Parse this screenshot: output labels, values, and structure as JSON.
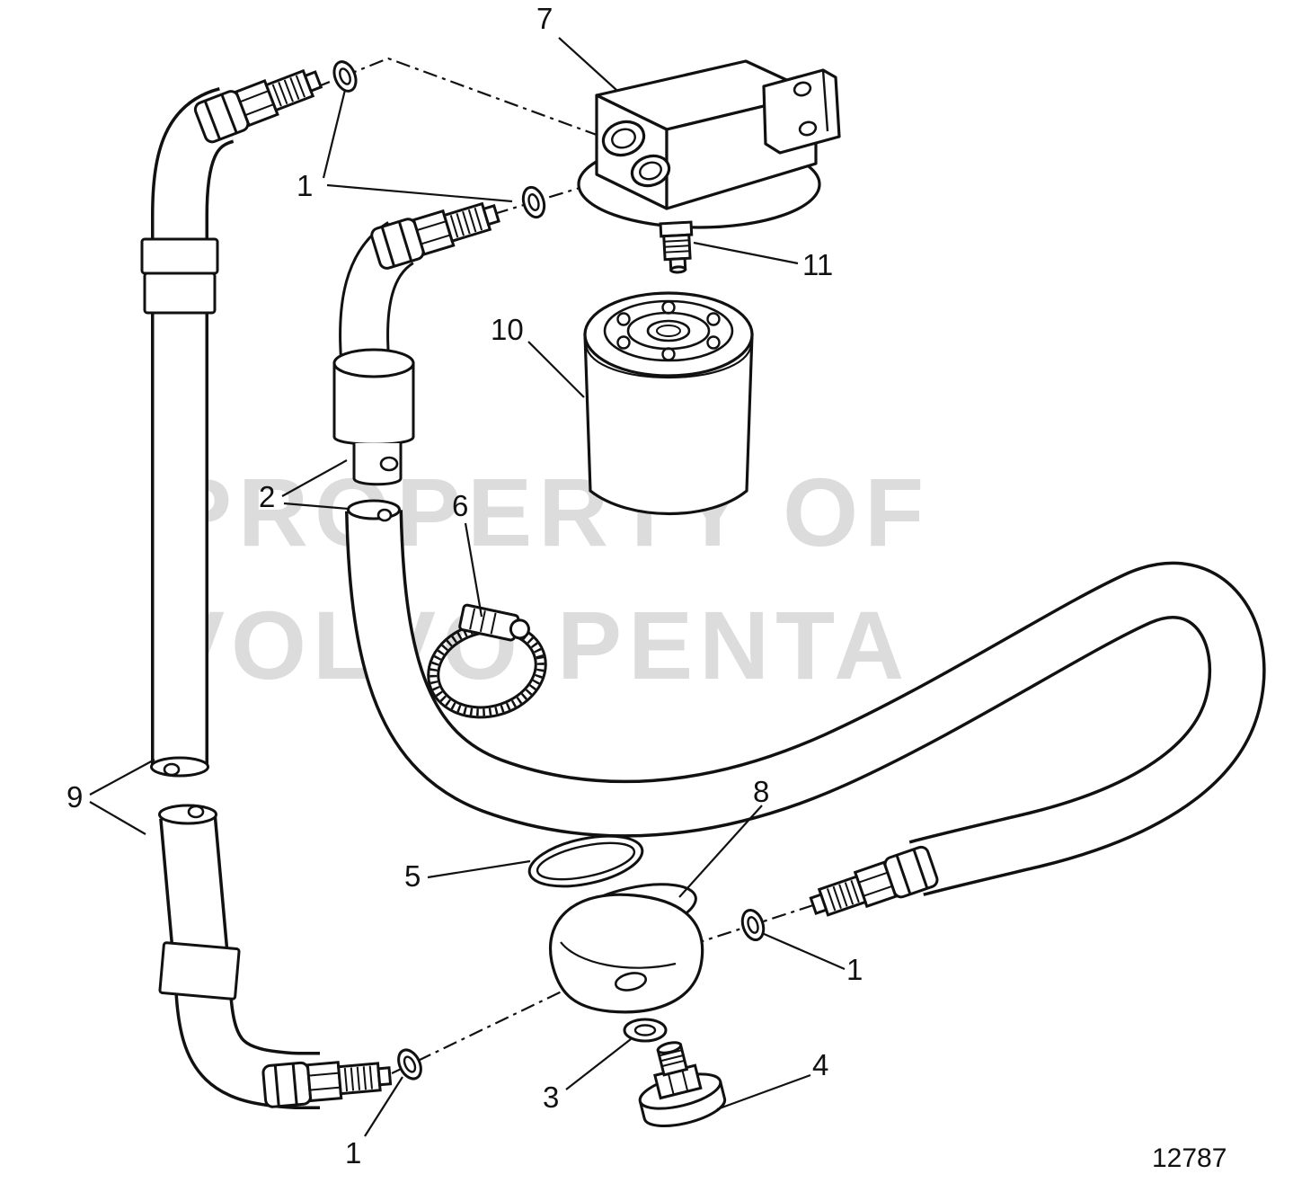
{
  "figure": {
    "number": "12787",
    "watermark": {
      "line1": "PROPERTY OF",
      "line2": "VOLVO PENTA"
    }
  },
  "colors": {
    "ink": "#111111",
    "watermark": "#dcdcdc",
    "background": "#ffffff"
  },
  "callouts": {
    "c7": "7",
    "c1_top": "1",
    "c11": "11",
    "c10": "10",
    "c2": "2",
    "c6": "6",
    "c9": "9",
    "c8": "8",
    "c5": "5",
    "c1_right": "1",
    "c3": "3",
    "c4": "4",
    "c1_bottom": "1"
  }
}
